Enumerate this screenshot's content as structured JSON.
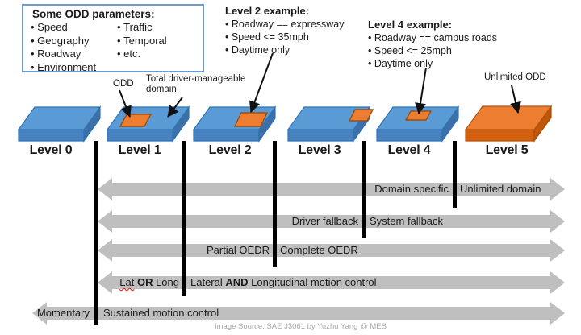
{
  "params_box": {
    "title": "Some ODD parameters",
    "suffix": ":",
    "col1": [
      "Speed",
      "Geography",
      "Roadway",
      "Environment"
    ],
    "col2": [
      "Traffic",
      "Temporal",
      "etc."
    ]
  },
  "examples": [
    {
      "title": "Level 2 example:",
      "items": [
        "Roadway == expressway",
        "Speed <= 35mph",
        "Daytime only"
      ]
    },
    {
      "title": "Level 4 example:",
      "items": [
        "Roadway == campus roads",
        "Speed <= 25mph",
        "Daytime only"
      ]
    }
  ],
  "annotations": {
    "odd_label": "ODD",
    "total_domain_label": "Total driver-manageable domain",
    "unlimited_odd_label": "Unlimited ODD"
  },
  "levels": [
    {
      "label": "Level 0"
    },
    {
      "label": "Level 1"
    },
    {
      "label": "Level 2"
    },
    {
      "label": "Level 3"
    },
    {
      "label": "Level 4"
    },
    {
      "label": "Level 5"
    }
  ],
  "capability_rows": [
    {
      "left": "Domain specific",
      "right": "Unlimited domain"
    },
    {
      "left": "Driver fallback",
      "right": "System fallback"
    },
    {
      "left": "Partial OEDR",
      "right": "Complete OEDR"
    },
    {
      "left_pre": "Lat",
      "left_em": "OR",
      "left_post": "Long",
      "right_pre": "Lateral",
      "right_em": "AND",
      "right_post": "Longitudinal motion control"
    },
    {
      "left": "Momentary",
      "right": "Sustained motion control"
    }
  ],
  "caption": "Image Source: SAE J3061 by Yuzhu Yang @ MES",
  "colors": {
    "box_blue": "#5B9BD5",
    "box_blue_dark": "#2D74B5",
    "odd_orange": "#ED7D31",
    "odd_orange_dark": "#B5540E",
    "arrow_gray": "#BFBFBF",
    "divider_black": "#000000",
    "caption_gray": "#A8A8A8",
    "params_border": "#6D9BD1"
  }
}
